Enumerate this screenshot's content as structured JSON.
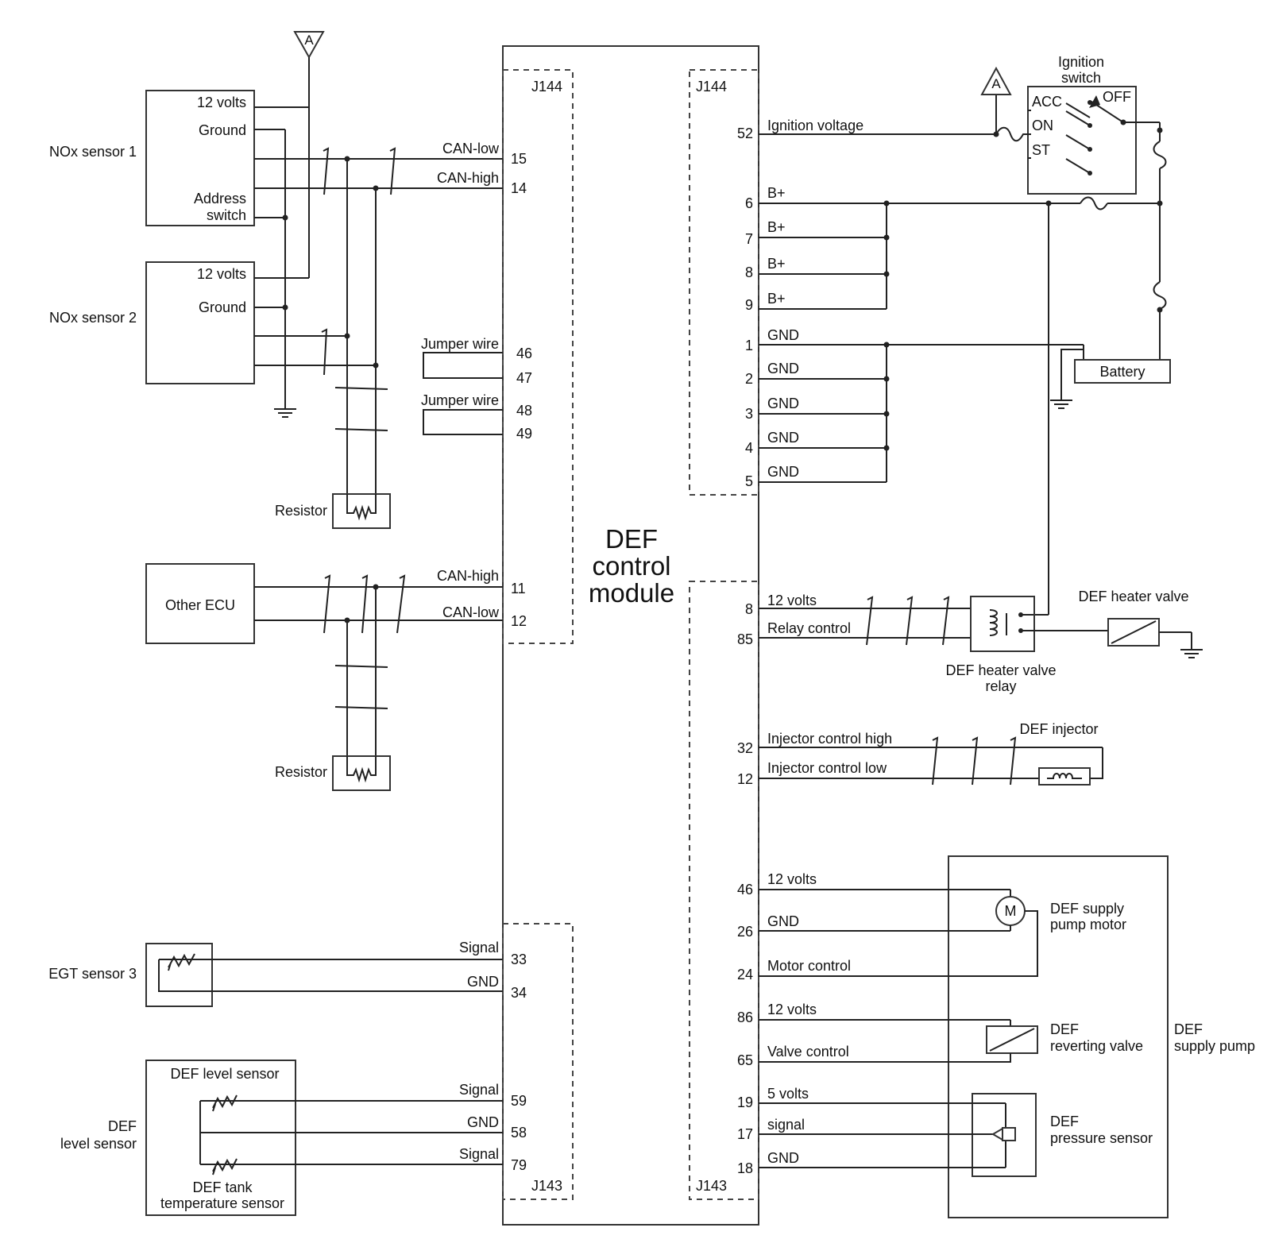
{
  "module": {
    "line1": "DEF",
    "line2": "control",
    "line3": "module"
  },
  "connectors": {
    "j144": "J144",
    "j143": "J143"
  },
  "splice_marker": "A",
  "nox1": {
    "name": "NOx sensor 1",
    "v12": "12 volts",
    "ground": "Ground",
    "addr1": "Address",
    "addr2": "switch"
  },
  "nox2": {
    "name": "NOx sensor 2",
    "v12": "12 volts",
    "ground": "Ground"
  },
  "can_top": {
    "low": "CAN-low",
    "low_pin": "15",
    "high": "CAN-high",
    "high_pin": "14"
  },
  "jumpers": [
    {
      "label": "Jumper wire",
      "pin_a": "46",
      "pin_b": "47"
    },
    {
      "label": "Jumper wire",
      "pin_a": "48",
      "pin_b": "49"
    }
  ],
  "resistor_label": "Resistor",
  "other_ecu": {
    "name": "Other ECU",
    "high": "CAN-high",
    "high_pin": "11",
    "low": "CAN-low",
    "low_pin": "12"
  },
  "egt": {
    "name": "EGT sensor 3",
    "signal": "Signal",
    "signal_pin": "33",
    "gnd": "GND",
    "gnd_pin": "34"
  },
  "def_level": {
    "name1": "DEF",
    "name2": "level sensor",
    "title": "DEF level sensor",
    "temp1": "DEF tank",
    "temp2": "temperature sensor",
    "pins": [
      {
        "label": "Signal",
        "pin": "59"
      },
      {
        "label": "GND",
        "pin": "58"
      },
      {
        "label": "Signal",
        "pin": "79"
      }
    ]
  },
  "j144_right": {
    "ign": {
      "label": "Ignition voltage",
      "pin": "52"
    },
    "bplus": [
      {
        "label": "B+",
        "pin": "6"
      },
      {
        "label": "B+",
        "pin": "7"
      },
      {
        "label": "B+",
        "pin": "8"
      },
      {
        "label": "B+",
        "pin": "9"
      }
    ],
    "gnd": [
      {
        "label": "GND",
        "pin": "1"
      },
      {
        "label": "GND",
        "pin": "2"
      },
      {
        "label": "GND",
        "pin": "3"
      },
      {
        "label": "GND",
        "pin": "4"
      },
      {
        "label": "GND",
        "pin": "5"
      }
    ]
  },
  "ignition_switch": {
    "title1": "Ignition",
    "title2": "switch",
    "acc": "ACC",
    "on": "ON",
    "st": "ST",
    "off": "OFF"
  },
  "battery": "Battery",
  "heater": {
    "v12": "12 volts",
    "v12_pin": "8",
    "relay_ctrl": "Relay control",
    "relay_pin": "85",
    "relay1": "DEF heater valve",
    "relay2": "relay",
    "valve": "DEF heater valve"
  },
  "injector": {
    "high": "Injector control high",
    "high_pin": "32",
    "low": "Injector control low",
    "low_pin": "12",
    "name": "DEF injector"
  },
  "pump": {
    "pins": [
      {
        "label": "12 volts",
        "pin": "46"
      },
      {
        "label": "GND",
        "pin": "26"
      },
      {
        "label": "Motor control",
        "pin": "24"
      },
      {
        "label": "12 volts",
        "pin": "86"
      },
      {
        "label": "Valve control",
        "pin": "65"
      },
      {
        "label": "5 volts",
        "pin": "19"
      },
      {
        "label": "signal",
        "pin": "17"
      },
      {
        "label": "GND",
        "pin": "18"
      }
    ],
    "motor_symbol": "M",
    "motor1": "DEF supply",
    "motor2": "pump motor",
    "rev1": "DEF",
    "rev2": "reverting valve",
    "pres1": "DEF",
    "pres2": "pressure sensor",
    "name1": "DEF",
    "name2": "supply pump"
  }
}
